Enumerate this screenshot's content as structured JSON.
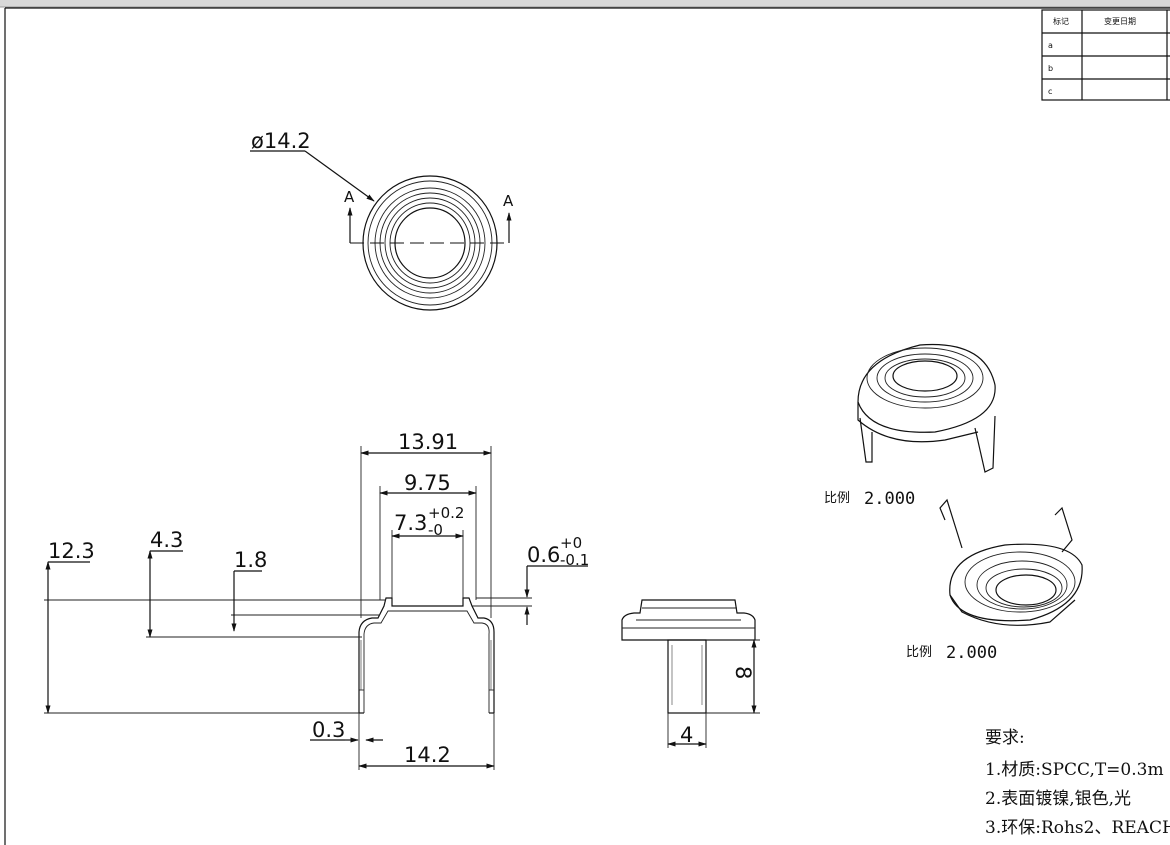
{
  "revision_table": {
    "headers": [
      "标记",
      "变更日期"
    ],
    "rows": [
      "a",
      "b",
      "c"
    ]
  },
  "top_view": {
    "diameter_label": "ø14.2",
    "section_mark_left": "A",
    "section_mark_right": "A"
  },
  "front_view": {
    "dim_overall_top": "13.91",
    "dim_inner": "9.75",
    "dim_hole": "7.3",
    "dim_hole_tol_upper": "+0.2",
    "dim_hole_tol_lower": "-0",
    "dim_height_total": "12.3",
    "dim_height_flange": "4.3",
    "dim_height_step": "1.8",
    "dim_step_thk": "0.6",
    "dim_step_tol_upper": "+0",
    "dim_step_tol_lower": "-0.1",
    "dim_wall": "0.3",
    "dim_bottom_width": "14.2"
  },
  "side_view": {
    "dim_leg_length": "8",
    "dim_leg_width": "4"
  },
  "iso_views": [
    {
      "scale_label": "比例",
      "scale_value": "2.000"
    },
    {
      "scale_label": "比例",
      "scale_value": "2.000"
    }
  ],
  "notes": {
    "heading": "要求:",
    "items": [
      "1.材质:SPCC,T=0.3m",
      "2.表面镀镍,银色,光",
      "3.环保:Rohs2、REACH"
    ]
  }
}
